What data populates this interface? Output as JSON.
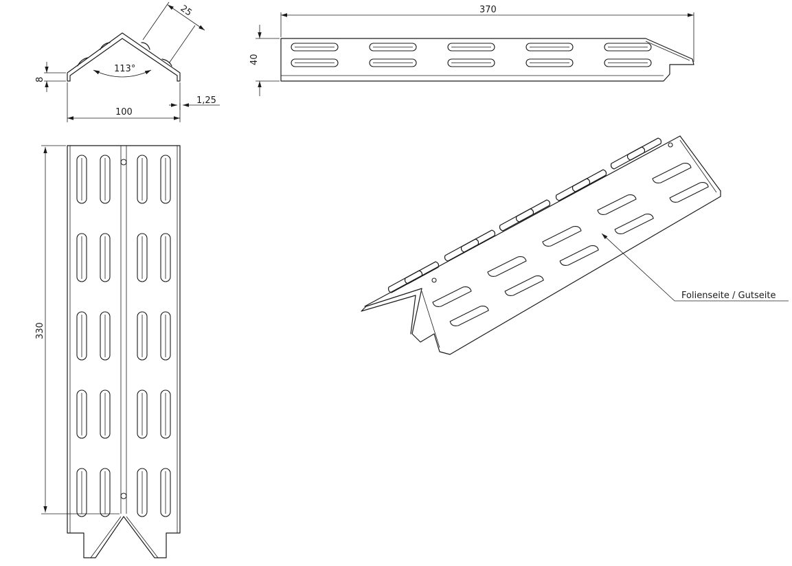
{
  "dimensions": {
    "louver_width": "25",
    "bend_angle": "113°",
    "flange_height": "8",
    "front_width": "100",
    "sheet_thickness": "1,25",
    "side_length": "370",
    "side_height": "40",
    "plan_length": "330"
  },
  "annotation": {
    "callout": "Folienseite / Gutseite"
  }
}
